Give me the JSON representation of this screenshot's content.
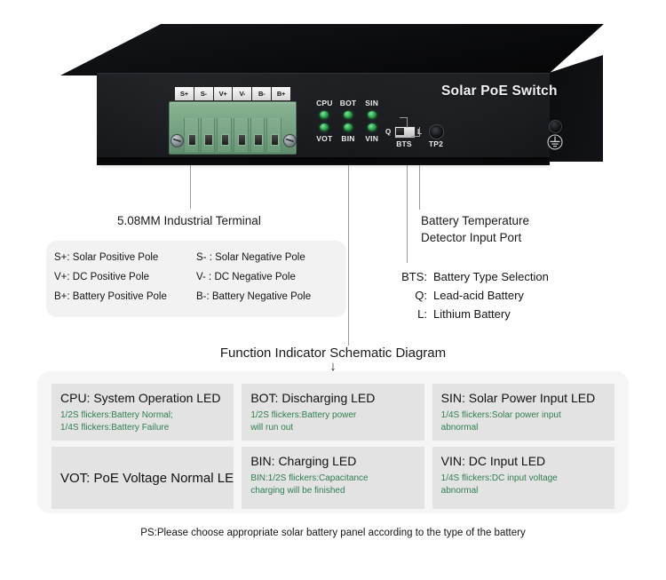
{
  "device": {
    "brand": "Solar PoE Switch",
    "terminal_labels": [
      "S+",
      "S-",
      "V+",
      "V-",
      "B-",
      "B+"
    ],
    "led_top_labels": [
      "CPU",
      "BOT",
      "SIN"
    ],
    "led_bottom_labels": [
      "VOT",
      "BIN",
      "VIN"
    ],
    "bts_switch_left": "Q",
    "bts_switch_right": "L",
    "bts_label": "BTS",
    "tp2_label": "TP2"
  },
  "callouts": {
    "terminal_title": "5.08MM Industrial Terminal",
    "battery_temp_line1": "Battery Temperature",
    "battery_temp_line2": "Detector Input Port"
  },
  "terminal_legend": [
    "S+: Solar Positive Pole",
    "S- : Solar Negative Pole",
    "V+: DC Positive Pole",
    "V- : DC  Negative Pole",
    "B+: Battery Positive Pole",
    "B-: Battery Negative Pole"
  ],
  "bts_legend": [
    {
      "key": "BTS:",
      "value": "Battery Type Selection"
    },
    {
      "key": "Q:",
      "value": "Lead-acid Battery"
    },
    {
      "key": "L:",
      "value": "Lithium Battery"
    }
  ],
  "function_section": {
    "title": "Function Indicator Schematic Diagram",
    "arrow": "↓",
    "cards": [
      {
        "title": "CPU: System Operation LED",
        "desc_line1": "1/2S flickers:Battery Normal;",
        "desc_line2": "1/4S flickers:Battery Failure"
      },
      {
        "title": "BOT: Discharging LED",
        "desc_line1": "1/2S flickers:Battery power",
        "desc_line2": "will  run out"
      },
      {
        "title": "SIN: Solar Power Input LED",
        "desc_line1": "1/4S  flickers:Solar power input",
        "desc_line2": "abnormal"
      },
      {
        "title": "VOT: PoE Voltage Normal LED",
        "desc_line1": "",
        "desc_line2": ""
      },
      {
        "title": "BIN: Charging LED",
        "desc_line1": "BIN:1/2S flickers:Capacitance",
        "desc_line2": "charging will be finished"
      },
      {
        "title": "VIN: DC Input LED",
        "desc_line1": "1/4S flickers:DC input voltage",
        "desc_line2": "abnormal"
      }
    ]
  },
  "ps_note": "PS:Please choose appropriate solar battery panel according to the type of the battery",
  "colors": {
    "green_text": "#2f7d4e",
    "card_bg": "#e3e3e3",
    "panel_bg": "#f5f5f5",
    "legend_bg": "#f2f2f2",
    "led_green": "#2fa84f",
    "terminal_green": "#79a585"
  }
}
